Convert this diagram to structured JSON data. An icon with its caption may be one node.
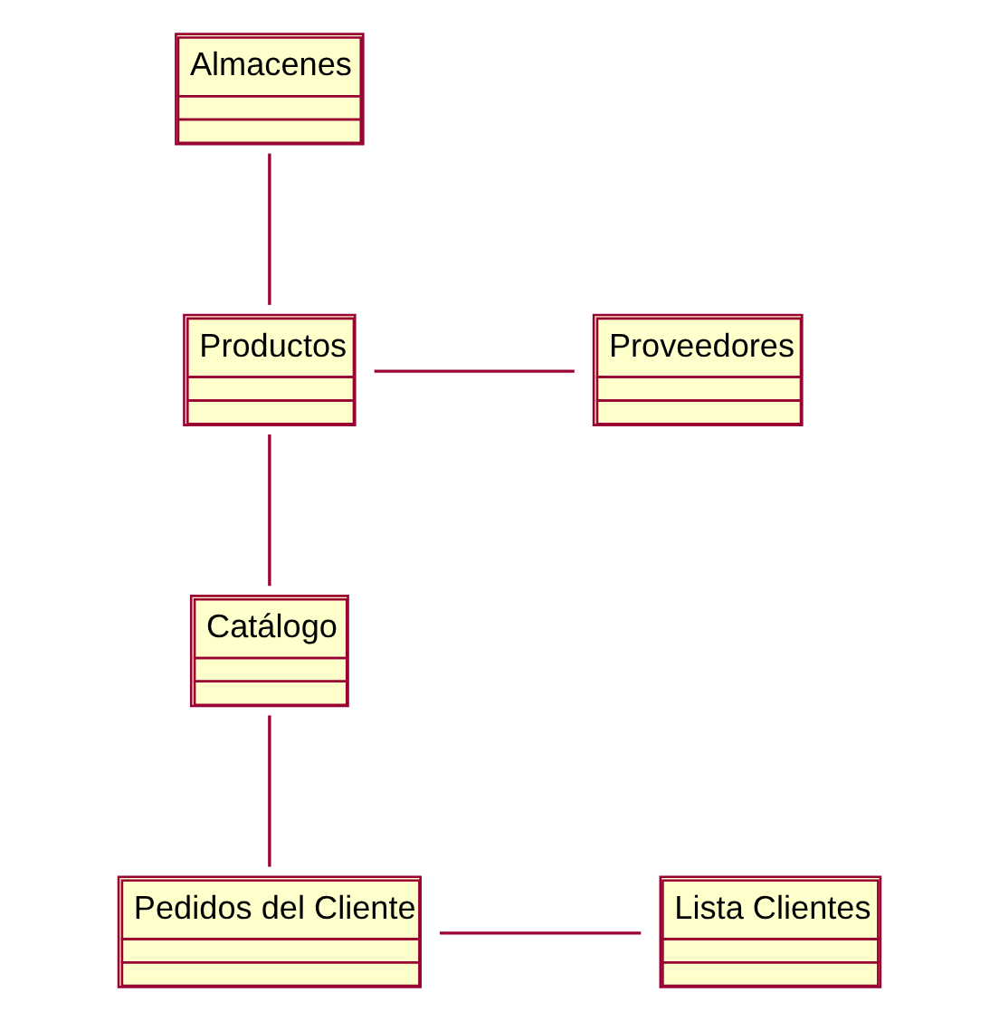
{
  "diagram": {
    "nodes": [
      {
        "text": [
          "Almacenes"
        ]
      },
      {
        "text": [
          "Productos"
        ]
      },
      {
        "text": [
          "Proveedores"
        ]
      },
      {
        "text": [
          "Catálogo"
        ]
      },
      {
        "text": [
          "Pedidos del Cliente"
        ]
      },
      {
        "text": [
          "Lista Clientes"
        ]
      }
    ],
    "edges": [
      {
        "from": 0,
        "to": 1,
        "arrow": "none"
      },
      {
        "from": 1,
        "to": 2,
        "arrow": "none"
      },
      {
        "from": 1,
        "to": 3,
        "arrow": "none"
      },
      {
        "from": 3,
        "to": 4,
        "arrow": "none"
      },
      {
        "from": 4,
        "to": 5,
        "arrow": "none"
      }
    ]
  }
}
